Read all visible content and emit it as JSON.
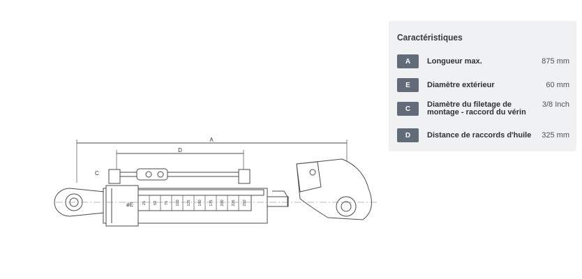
{
  "drawing": {
    "dim_A": "A",
    "dim_D": "D",
    "dim_C": "C",
    "dim_E": "øE",
    "scale_ticks": [
      "25",
      "50",
      "75",
      "100",
      "125",
      "150",
      "175",
      "200",
      "225",
      "250"
    ]
  },
  "specs": {
    "title": "Caractéristiques",
    "items": [
      {
        "badge": "A",
        "label": "Longueur max.",
        "value": "875 mm"
      },
      {
        "badge": "E",
        "label": "Diamètre extérieur",
        "value": "60 mm"
      },
      {
        "badge": "C",
        "label": "Diamètre du filetage de montage - raccord du vérin",
        "value": "3/8 Inch"
      },
      {
        "badge": "D",
        "label": "Distance de raccords d'huile",
        "value": "325 mm"
      }
    ]
  },
  "colors": {
    "panel_bg": "#f0f1f2",
    "badge_bg": "#626c78"
  }
}
